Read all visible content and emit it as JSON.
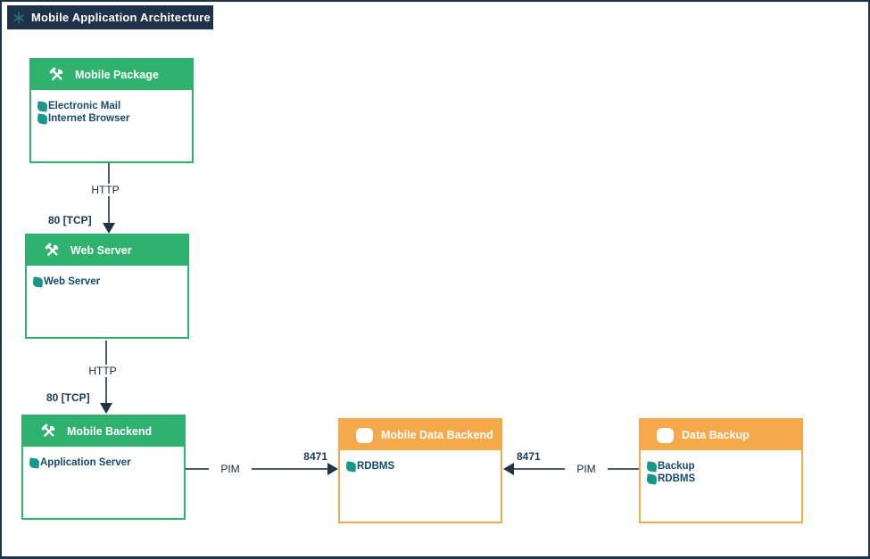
{
  "diagram": {
    "title": "Mobile Application Architecture",
    "colors": {
      "node_green": "#2fb26e",
      "node_orange": "#f4a94b",
      "navy": "#1e3349",
      "item_teal": "#17988a",
      "item_text": "#174a6f",
      "edge_line": "#4a5a68",
      "edge_arrow": "#1f3347"
    },
    "nodes": [
      {
        "id": "mobile-package",
        "type": "application",
        "title": "Mobile Package",
        "items": [
          "Electronic Mail",
          "Internet Browser"
        ]
      },
      {
        "id": "web-server",
        "type": "application",
        "title": "Web Server",
        "items": [
          "Web Server"
        ]
      },
      {
        "id": "mobile-backend",
        "type": "application",
        "title": "Mobile Backend",
        "items": [
          "Application Server"
        ]
      },
      {
        "id": "mobile-data-backend",
        "type": "data",
        "title": "Mobile Data Backend",
        "items": [
          "RDBMS"
        ]
      },
      {
        "id": "data-backup",
        "type": "data",
        "title": "Data Backup",
        "items": [
          "Backup",
          "RDBMS"
        ]
      }
    ],
    "edges": [
      {
        "from": "Mobile Package",
        "to": "Web Server",
        "label": "HTTP",
        "port": "80 [TCP]"
      },
      {
        "from": "Web Server",
        "to": "Mobile Backend",
        "label": "HTTP",
        "port": "80 [TCP]"
      },
      {
        "from": "Mobile Backend",
        "to": "Mobile Data Backend",
        "label": "PIM",
        "port": "8471"
      },
      {
        "from": "Data Backup",
        "to": "Mobile Data Backend",
        "label": "PIM",
        "port": "8471"
      }
    ]
  }
}
